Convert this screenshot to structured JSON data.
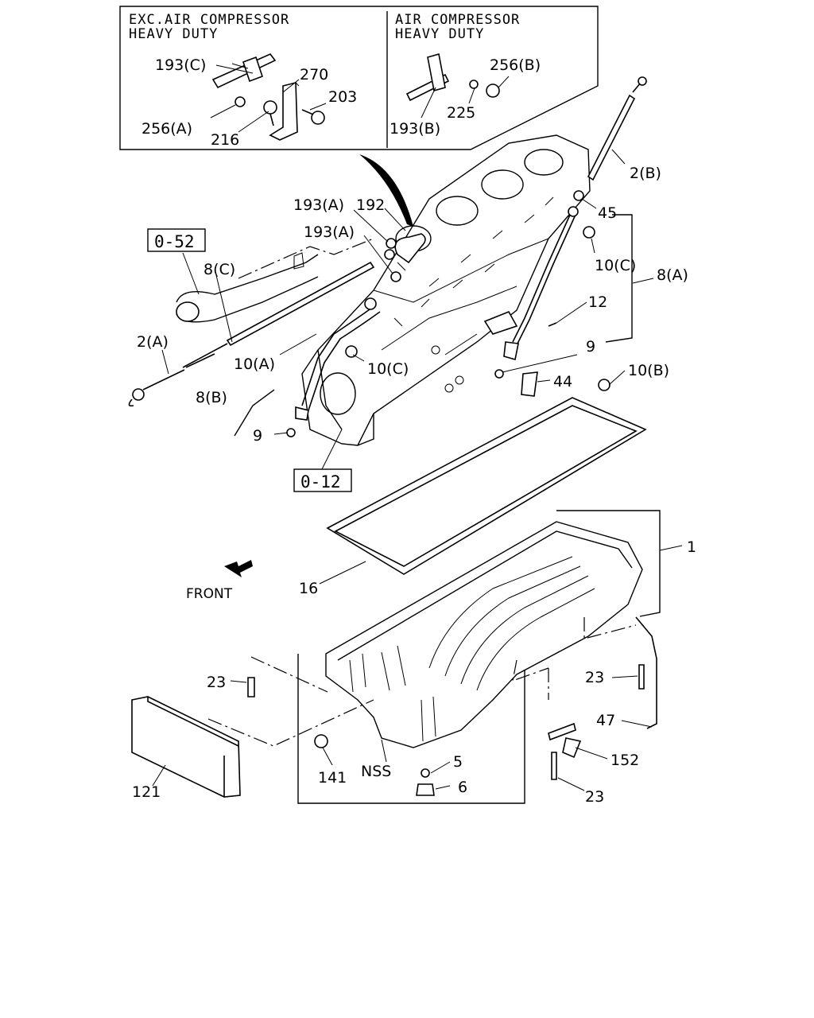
{
  "inset": {
    "left_title": [
      "EXC.AIR COMPRESSOR",
      "HEAVY DUTY"
    ],
    "right_title": [
      "AIR COMPRESSOR",
      "HEAVY DUTY"
    ]
  },
  "reference_boxes": [
    "0-52",
    "0-12"
  ],
  "front_label": "FRONT",
  "callouts": {
    "c193C": "193(C)",
    "c270": "270",
    "c203": "203",
    "c256A": "256(A)",
    "c216": "216",
    "c256B": "256(B)",
    "c225": "225",
    "c193B": "193(B)",
    "c2B": "2(B)",
    "c45": "45",
    "c193A1": "193(A)",
    "c192": "192",
    "c193A2": "193(A)",
    "c10C1": "10(C)",
    "c8A": "8(A)",
    "c8C": "8(C)",
    "c12": "12",
    "c2A": "2(A)",
    "c10A": "10(A)",
    "c10C2": "10(C)",
    "c9a": "9",
    "c10B": "10(B)",
    "c44": "44",
    "c8B": "8(B)",
    "c9b": "9",
    "c1": "1",
    "c16": "16",
    "c23a": "23",
    "c23b": "23",
    "c47": "47",
    "c152": "152",
    "c23c": "23",
    "c141": "141",
    "cNSS": "NSS",
    "c5": "5",
    "c6": "6",
    "c121": "121"
  }
}
